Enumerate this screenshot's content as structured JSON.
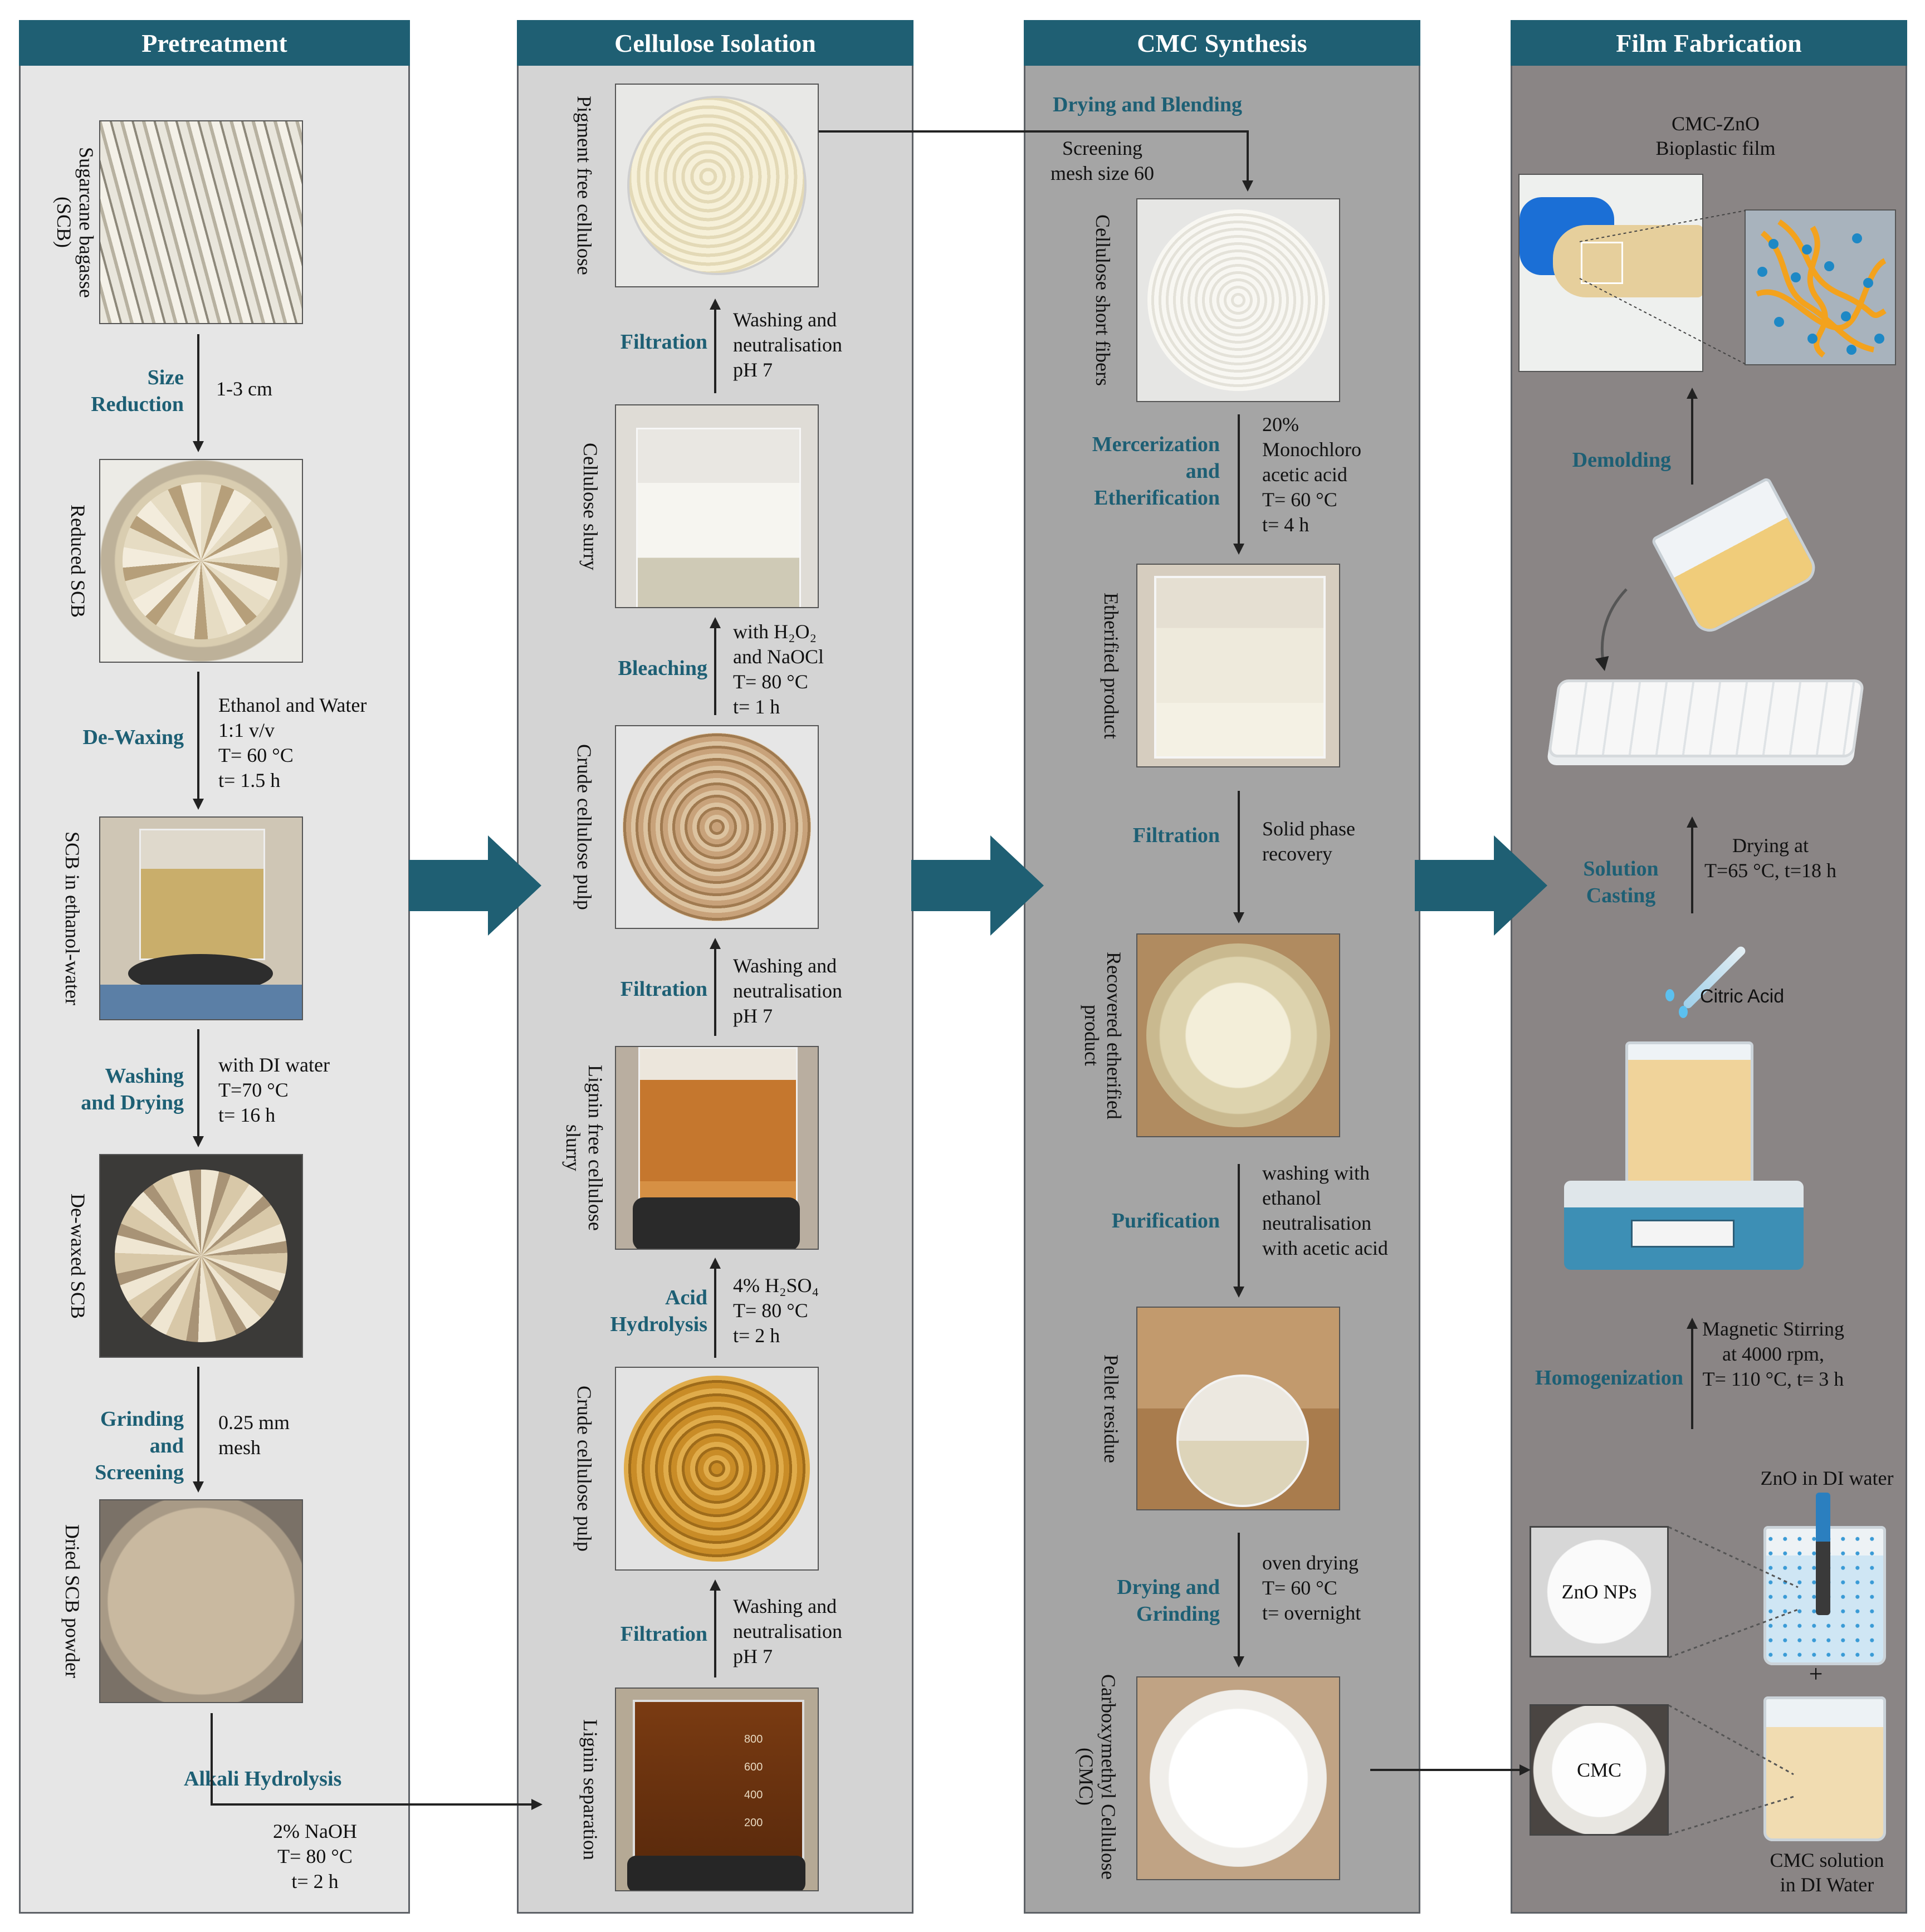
{
  "panels": {
    "pretreatment": "Pretreatment",
    "isolation": "Cellulose Isolation",
    "cmc": "CMC Synthesis",
    "film": "Film Fabrication"
  },
  "pretreatment": {
    "samples": [
      "Sugarcane bagasse (SCB)",
      "Reduced SCB",
      "SCB in ethanol-water",
      "De-waxed SCB",
      "Dried SCB powder"
    ],
    "steps": [
      {
        "name": "Size\nReduction",
        "cond": "1-3 cm"
      },
      {
        "name": "De-Waxing",
        "cond": "Ethanol and Water\n1:1 v/v\nT= 60 °C\nt= 1.5 h"
      },
      {
        "name": "Washing\nand Drying",
        "cond": "with DI water\n T=70 °C\n t= 16 h"
      },
      {
        "name": "Grinding\nand\nScreening",
        "cond": "0.25 mm\nmesh"
      },
      {
        "name": "Alkali Hydrolysis",
        "cond": "2%  NaOH\nT= 80 °C\nt= 2 h"
      }
    ]
  },
  "isolation": {
    "samples": [
      "Pigment free cellulose",
      "Cellulose slurry",
      "Crude cellulose pulp",
      "Lignin free cellulose slurry",
      "Crude cellulose pulp",
      "Lignin separation"
    ],
    "steps": [
      {
        "name": "Filtration",
        "cond": "Washing and\nneutralisation\npH 7"
      },
      {
        "name": "Bleaching",
        "cond": "with H₂O₂\nand NaOCl\nT= 80 °C\nt= 1 h"
      },
      {
        "name": "Filtration",
        "cond": "Washing and\nneutralisation\npH 7"
      },
      {
        "name": "Acid\nHydrolysis",
        "cond": "4% H₂SO₄\nT= 80 °C\nt= 2 h"
      },
      {
        "name": "Filtration",
        "cond": "Washing and\nneutralisation\npH 7"
      }
    ],
    "beaker_ticks": [
      "800",
      "600",
      "400",
      "200"
    ]
  },
  "cmc": {
    "samples": [
      "Cellulose short fibers",
      "Etherified product",
      "Recovered etherified product",
      "Pellet residue",
      "Carboxymethyl Cellulose (CMC)"
    ],
    "steps": [
      {
        "name": "Drying and Blending",
        "cond": "Screening\nmesh size 60"
      },
      {
        "name": "Mercerization\nand\nEtherification",
        "cond": "20%\nMonochloro\nacetic acid\nT= 60 °C\nt= 4 h"
      },
      {
        "name": "Filtration",
        "cond": "Solid phase\nrecovery"
      },
      {
        "name": "Purification",
        "cond": "washing with\nethanol\nneutralisation\nwith acetic acid"
      },
      {
        "name": "Drying and\nGrinding",
        "cond": "oven drying\nT= 60 °C\nt= overnight"
      }
    ]
  },
  "film": {
    "film_title": "CMC-ZnO\nBioplastic film",
    "demolding": "Demolding",
    "solution_casting": "Solution\nCasting",
    "casting_cond": "Drying at\nT=65 °C, t=18 h",
    "citric": "Citric Acid",
    "homogenization": "Homogenization",
    "homog_cond": "Magnetic Stirring\nat 4000 rpm,\nT= 110 °C, t= 3 h",
    "zno_water": "ZnO in DI water",
    "zno_nps": "ZnO NPs",
    "plus": "+",
    "cmc_label": "CMC",
    "cmc_solution": "CMC solution\nin DI Water"
  },
  "colors": {
    "header": "#1f5f73",
    "step_text": "#1d5f74",
    "big_arrow": "#1f5f73"
  }
}
